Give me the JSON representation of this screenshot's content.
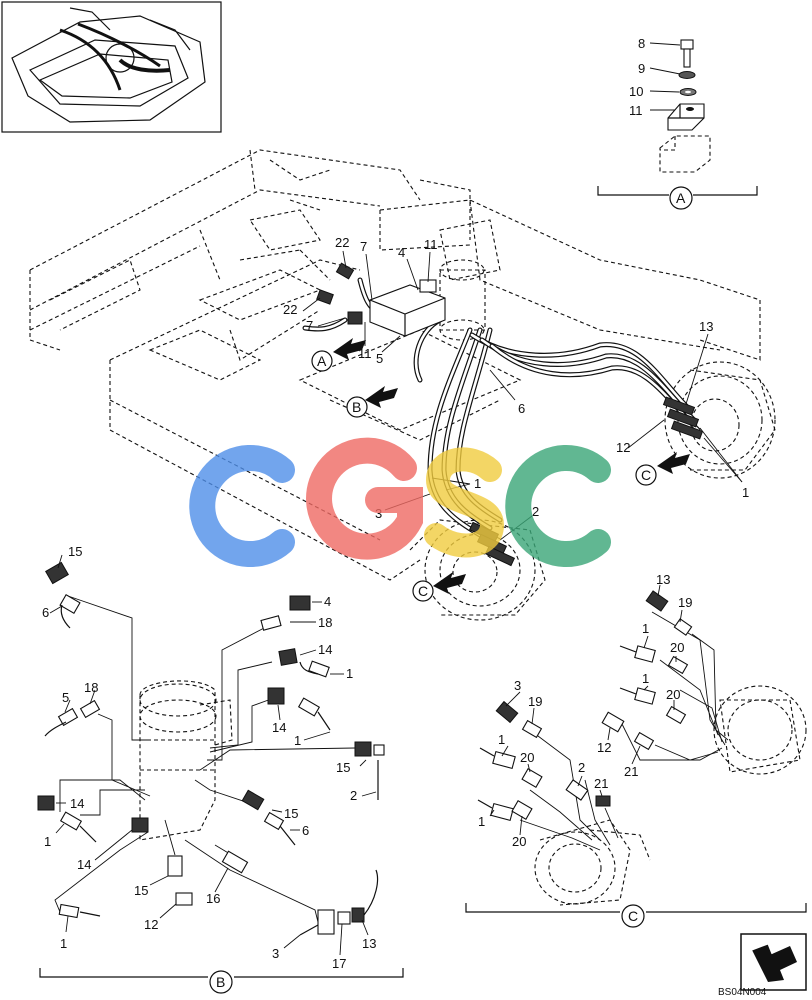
{
  "watermark": {
    "letters": [
      "C",
      "G",
      "S",
      "C"
    ],
    "colors": [
      "#4f8fe9",
      "#ef6a63",
      "#f1cc3f",
      "#3aa677"
    ]
  },
  "drawing_code": "BS04N004",
  "section_labels": {
    "A": "A",
    "B": "B",
    "C": "C"
  },
  "detail_a": {
    "labels": [
      "8",
      "9",
      "10",
      "11"
    ]
  },
  "main": {
    "labels": [
      "22",
      "7",
      "4",
      "11",
      "22",
      "7",
      "11",
      "5",
      "6",
      "13",
      "12",
      "1",
      "1",
      "3",
      "2"
    ],
    "view_refs": [
      "A",
      "B",
      "C",
      "C"
    ]
  },
  "detail_b": {
    "labels": [
      "15",
      "6",
      "4",
      "18",
      "14",
      "1",
      "5",
      "18",
      "14",
      "1",
      "15",
      "2",
      "14",
      "1",
      "15",
      "6",
      "14",
      "15",
      "12",
      "16",
      "1",
      "3",
      "17",
      "13"
    ]
  },
  "detail_c": {
    "labels": [
      "13",
      "19",
      "1",
      "20",
      "1",
      "20",
      "12",
      "21",
      "3",
      "19",
      "1",
      "2",
      "20",
      "21",
      "1",
      "20"
    ]
  }
}
